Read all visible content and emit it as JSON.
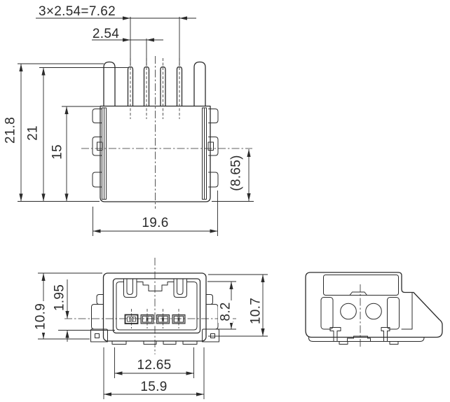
{
  "drawing": {
    "dim_labels": {
      "pin_pitch_total": "3×2.54=7.62",
      "pin_pitch": "2.54",
      "overall_height": "21.8",
      "pin_height": "21",
      "body_height": "15",
      "mount_depth_ref": "(8.65)",
      "body_width": "19.6",
      "front_height": "10.9",
      "contact_offset": "1.95",
      "opening_width": "12.65",
      "front_width": "15.9",
      "opening_height": "8.2",
      "side_height": "10.7"
    },
    "colors": {
      "line": "#2b2b2b",
      "bg": "#ffffff",
      "contact": "#b2b2b2"
    }
  }
}
